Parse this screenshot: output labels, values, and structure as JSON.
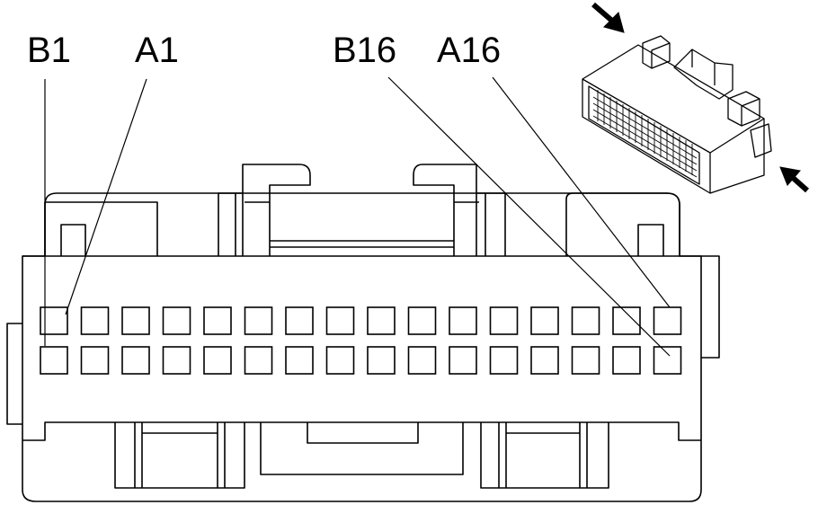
{
  "labels": {
    "b1": "B1",
    "a1": "A1",
    "b16": "B16",
    "a16": "A16"
  },
  "connector": {
    "rows": 2,
    "pins_per_row": 16
  },
  "colors": {
    "line": "#000000",
    "background": "#ffffff"
  }
}
